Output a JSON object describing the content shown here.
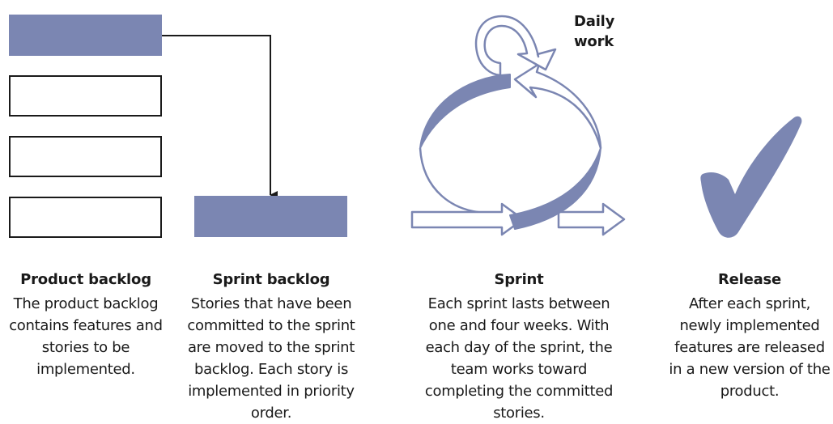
{
  "colors": {
    "accent": "#7b86b2",
    "line": "#1a1a1a",
    "background": "#ffffff"
  },
  "product_backlog": {
    "title": "Product backlog",
    "description": "The product backlog contains features and stories to be implemented."
  },
  "sprint_backlog": {
    "title": "Sprint backlog",
    "description": "Stories that have been committed to the sprint are moved to the sprint backlog. Each story is implemented in priority order."
  },
  "sprint": {
    "title": "Sprint",
    "description": "Each sprint lasts between one and four weeks. With each day of the sprint, the team works toward completing the committed stories.",
    "daily_label": "Daily work"
  },
  "release": {
    "title": "Release",
    "description": "After each sprint, newly implemented features are released in a new version of the product.",
    "icon": "checkmark-icon"
  }
}
